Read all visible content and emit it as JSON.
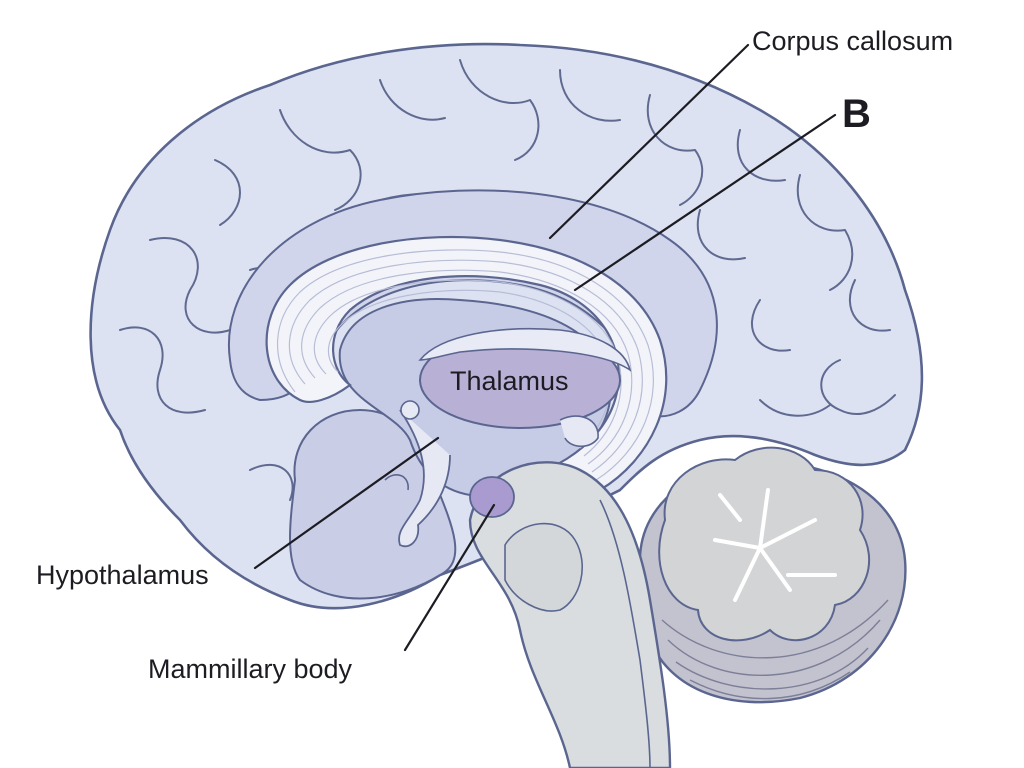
{
  "labels": {
    "corpus_callosum": "Corpus callosum",
    "b": "B",
    "thalamus": "Thalamus",
    "hypothalamus": "Hypothalamus",
    "mammillary_body": "Mammillary body"
  },
  "colors": {
    "cortex_fill": "#dde2f2",
    "cortex_outline": "#5b6690",
    "inner_fill": "#c9cde6",
    "fornix_fill": "#f3f4fa",
    "thalamus_fill": "#b9b0d6",
    "mammillary_fill": "#a99bcf",
    "brainstem_fill": "#d9dde0",
    "cerebellum_fill": "#c7c9cd",
    "leader_line": "#1c1c22"
  }
}
